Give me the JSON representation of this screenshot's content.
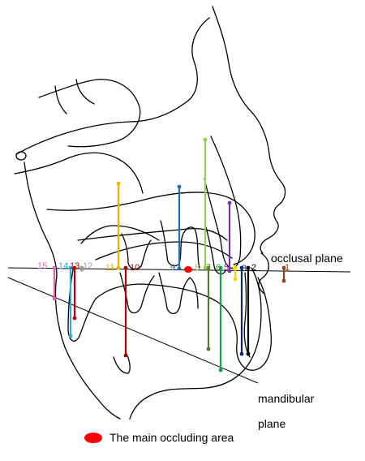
{
  "labels": {
    "occlusal_plane": "occlusal plane",
    "mandibular": "mandibular",
    "plane": "plane",
    "legend": "The main occluding area"
  },
  "colors": {
    "outline": "#000000",
    "occluding_area": "#ff0000"
  },
  "landmarks": [
    {
      "number": "1",
      "color": "#8b4513"
    },
    {
      "number": "2",
      "color": "#000000"
    },
    {
      "number": "3",
      "color": "#0b2a6b"
    },
    {
      "number": "4",
      "color": "#f2d600"
    },
    {
      "number": "5",
      "color": "#7b2fa8"
    },
    {
      "number": "6",
      "color": "#1a9f4a"
    },
    {
      "number": "7",
      "color": "#56792f"
    },
    {
      "number": "8",
      "color": "#93cf52"
    },
    {
      "number": "9",
      "color": "#1f6fb2"
    },
    {
      "number": "10",
      "color": "#b00000"
    },
    {
      "number": "11",
      "color": "#f0b400"
    },
    {
      "number": "12",
      "color": "#999999"
    },
    {
      "number": "13",
      "color": "#c00000"
    },
    {
      "number": "14",
      "color": "#29aee0"
    },
    {
      "number": "15",
      "color": "#e060b8"
    }
  ]
}
